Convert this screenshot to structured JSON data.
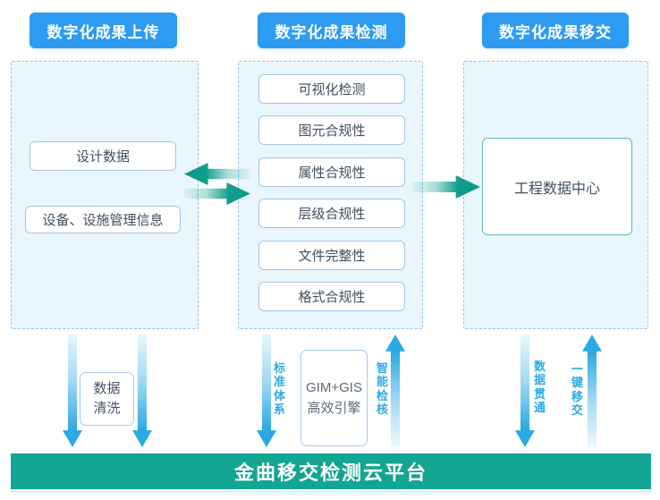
{
  "columns": [
    {
      "header": "数字化成果上传",
      "items": [
        "设计数据",
        "设备、设施管理信息"
      ]
    },
    {
      "header": "数字化成果检测",
      "items": [
        "可视化检测",
        "图元合规性",
        "属性合规性",
        "层级合规性",
        "文件完整性",
        "格式合规性"
      ]
    },
    {
      "header": "数字化成果移交",
      "items": [
        "工程数据中心"
      ]
    }
  ],
  "foundation": {
    "data_clean": {
      "lines": [
        "数据",
        "清洗"
      ]
    },
    "engine": {
      "lines": [
        "GIM+GIS",
        "高效引擎"
      ]
    },
    "labels": {
      "standard_system": "标准体系",
      "intelligent_check": "智能检核",
      "data_through": "数据贯通",
      "one_key_transfer": "一键移交"
    },
    "platform": "金曲移交检测云平台"
  },
  "colors": {
    "header_blue": "#2E9BF2",
    "panel_bg": "#EAF6FD",
    "panel_border": "#8FC6F0",
    "item_border": "#A5C4E8",
    "center_box_border": "#58BDAD",
    "teal_arrow": "#0E9C89",
    "blue_arrow": "#2BA9E2",
    "platform_bar_teal": "#12A592",
    "text_dark": "#414F5F",
    "label_blue": "#2BA9E2"
  }
}
